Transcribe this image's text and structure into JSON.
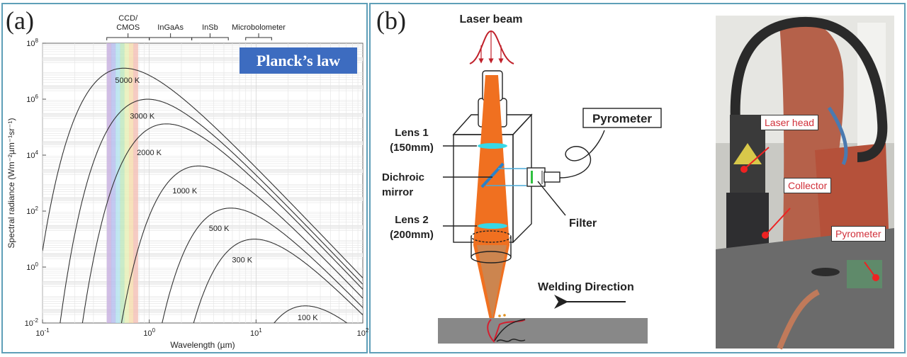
{
  "panel_a": {
    "letter": "(a)",
    "badge": "Planck’s law",
    "badge_color": "#3d6cc0",
    "detector_bands": [
      {
        "label_lines": [
          "CCD/",
          "CMOS"
        ],
        "range_um": [
          0.4,
          1.0
        ]
      },
      {
        "label_lines": [
          "InGaAs"
        ],
        "range_um": [
          1.0,
          2.5
        ]
      },
      {
        "label_lines": [
          "InSb"
        ],
        "range_um": [
          2.5,
          5.5
        ]
      },
      {
        "label_lines": [
          "Microbolometer"
        ],
        "range_um": [
          8.0,
          14.0
        ]
      }
    ],
    "visible_band_um": [
      0.4,
      0.78
    ]
  },
  "chart_data": {
    "type": "line",
    "title": "Planck’s law",
    "xlabel": "Wavelength (µm)",
    "ylabel": "Spectral radiance (Wm⁻²µm⁻¹sr⁻¹)",
    "xscale": "log",
    "yscale": "log",
    "xlim": [
      0.1,
      100
    ],
    "ylim": [
      0.01,
      100000000
    ],
    "x_ticks": [
      {
        "value": 0.1,
        "base": "10",
        "exp": "-1"
      },
      {
        "value": 1,
        "base": "10",
        "exp": "0"
      },
      {
        "value": 10,
        "base": "10",
        "exp": "1"
      },
      {
        "value": 100,
        "base": "10",
        "exp": "2"
      }
    ],
    "y_ticks": [
      {
        "value": 100000000,
        "base": "10",
        "exp": "8"
      },
      {
        "value": 1000000,
        "base": "10",
        "exp": "6"
      },
      {
        "value": 10000,
        "base": "10",
        "exp": "4"
      },
      {
        "value": 100,
        "base": "10",
        "exp": "2"
      },
      {
        "value": 1,
        "base": "10",
        "exp": "0"
      },
      {
        "value": 0.01,
        "base": "10",
        "exp": "-2"
      }
    ],
    "grid": true,
    "series": [
      {
        "name": "5000 K",
        "temperature_K": 5000,
        "label_at_um": 0.45,
        "peak_um": 0.58,
        "peak_value": 12000000
      },
      {
        "name": "3000 K",
        "temperature_K": 3000,
        "label_at_um": 0.62,
        "peak_um": 0.97,
        "peak_value": 960000
      },
      {
        "name": "2000 K",
        "temperature_K": 2000,
        "label_at_um": 0.72,
        "peak_um": 1.45,
        "peak_value": 126000
      },
      {
        "name": "1000 K",
        "temperature_K": 1000,
        "label_at_um": 1.55,
        "peak_um": 2.9,
        "peak_value": 3900
      },
      {
        "name": "500 K",
        "temperature_K": 500,
        "label_at_um": 3.4,
        "peak_um": 5.8,
        "peak_value": 122
      },
      {
        "name": "300 K",
        "temperature_K": 300,
        "label_at_um": 5.6,
        "peak_um": 9.7,
        "peak_value": 9.9
      },
      {
        "name": "100 K",
        "temperature_K": 100,
        "label_at_um": 23,
        "peak_um": 29,
        "peak_value": 0.041
      }
    ]
  },
  "panel_b": {
    "letter": "(b)",
    "diagram": {
      "laser_beam": "Laser beam",
      "lens1_line1": "Lens 1",
      "lens1_line2": "(150mm)",
      "mirror_line1": "Dichroic",
      "mirror_line2": "mirror",
      "lens2_line1": "Lens 2",
      "lens2_line2": "(200mm)",
      "pyrometer": "Pyrometer",
      "filter": "Filter",
      "welding_direction": "Welding Direction"
    },
    "photo": {
      "callouts": [
        "Laser head",
        "Collector",
        "Pyrometer"
      ]
    }
  }
}
